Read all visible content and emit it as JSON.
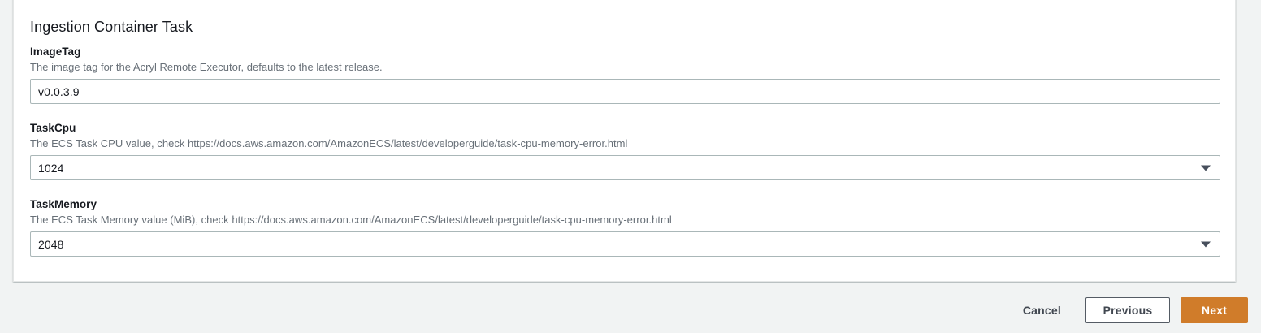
{
  "card": {
    "section_title": "Ingestion Container Task"
  },
  "fields": [
    {
      "name": "ImageTag",
      "label": "ImageTag",
      "description": "The image tag for the Acryl Remote Executor, defaults to the latest release.",
      "control": "text",
      "value": "v0.0.3.9"
    },
    {
      "name": "TaskCpu",
      "label": "TaskCpu",
      "description": "The ECS Task CPU value, check https://docs.aws.amazon.com/AmazonECS/latest/developerguide/task-cpu-memory-error.html",
      "control": "select",
      "value": "1024",
      "caret_icon": "chevron-down-icon"
    },
    {
      "name": "TaskMemory",
      "label": "TaskMemory",
      "description": "The ECS Task Memory value (MiB), check https://docs.aws.amazon.com/AmazonECS/latest/developerguide/task-cpu-memory-error.html",
      "control": "select",
      "value": "2048",
      "caret_icon": "chevron-down-icon"
    }
  ],
  "footer": {
    "cancel_label": "Cancel",
    "previous_label": "Previous",
    "next_label": "Next"
  },
  "colors": {
    "page_background": "#f1f3f3",
    "card_background": "#ffffff",
    "primary_button": "#d07c2a",
    "text_primary": "#16191f",
    "text_secondary": "#687078",
    "input_border": "#aab7b8",
    "button_border": "#545b64"
  }
}
